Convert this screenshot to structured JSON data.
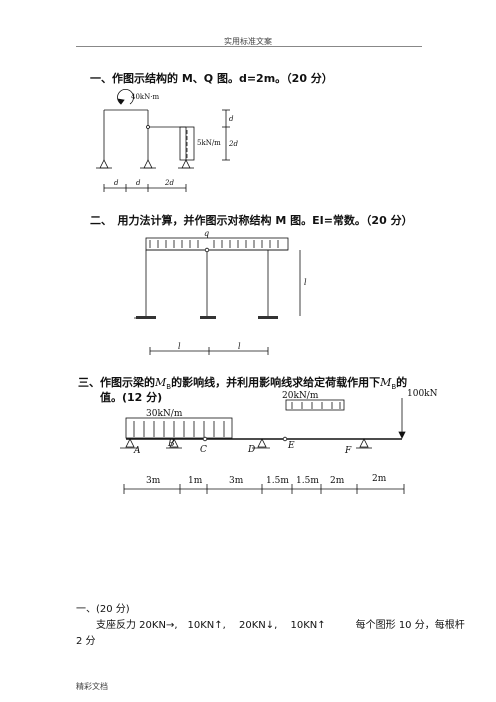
{
  "header": {
    "text": "实用标准文案"
  },
  "footer": {
    "text": "精彩文档"
  },
  "questions": {
    "q1": {
      "title": "一、作图示结构的 M、Q 图。d=2m。（20 分）"
    },
    "q2": {
      "title": "二、　用力法计算，并作图示对称结构 M 图。EI=常数。（20 分）"
    },
    "q3": {
      "title_line1": "三、作图示梁的",
      "title_mb": "M",
      "title_sub": "B",
      "title_mid": "的影响线，并利用影响线求给定荷载作用下",
      "title_mb2": "M",
      "title_sub2": "B",
      "title_end": "的",
      "title_line2": "值。(12 分)"
    }
  },
  "fig1": {
    "moment": "40kN·m",
    "distributed": "5kN/m",
    "dim_d_top": "d",
    "dim_2d_right": "2d",
    "dim_bottom": [
      "d",
      "d",
      "2d"
    ]
  },
  "fig2": {
    "q_label": "q",
    "l_right": "l",
    "l_bottom": [
      "l",
      "l"
    ]
  },
  "fig3": {
    "load_30": "30kN/m",
    "load_20": "20kN/m",
    "point_load": "100kN",
    "points": [
      "A",
      "B",
      "C",
      "D",
      "E",
      "F"
    ],
    "dims": [
      "3m",
      "1m",
      "3m",
      "1.5m",
      "1.5m",
      "2m",
      "2m"
    ]
  },
  "answer": {
    "heading": "一、(20 分)",
    "body_line1": "支座反力 20KN→,　10KN↑,　 20KN↓,　 10KN↑　　　每个图形 10 分，每根杆",
    "body_line2": "2 分"
  }
}
